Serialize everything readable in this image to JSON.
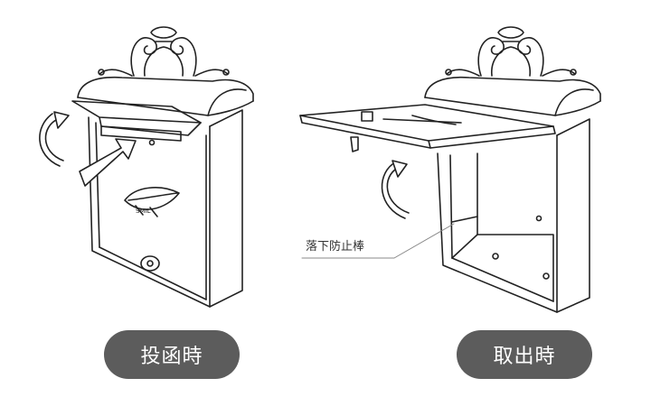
{
  "left_panel": {
    "caption": "投函時",
    "plate_text": "SMIL"
  },
  "right_panel": {
    "caption": "取出時",
    "callout": "落下防止棒"
  },
  "colors": {
    "pill_bg": "#5c5c5c",
    "pill_text": "#ffffff",
    "line": "#222222",
    "callout_line": "#888888"
  },
  "icons": [
    "rotate-arrow-icon",
    "insert-arrow-icon",
    "lock-icon",
    "leaf-emblem-icon"
  ]
}
